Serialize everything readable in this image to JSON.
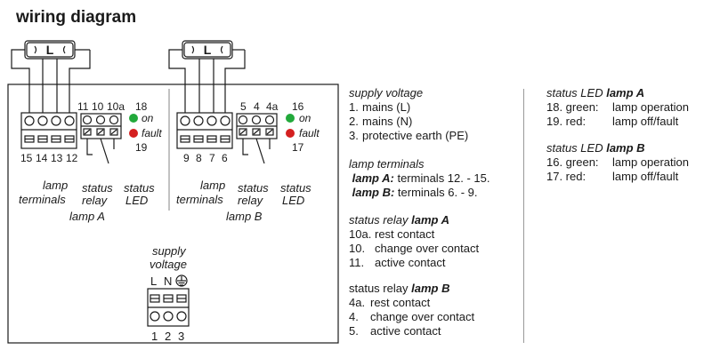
{
  "title": "wiring diagram",
  "lamp_symbol": "L",
  "lamp_a": {
    "terminals": [
      "15",
      "14",
      "13",
      "12"
    ],
    "relay_terminals": [
      "11",
      "10",
      "10a"
    ],
    "led_top": "18",
    "led_bottom": "19",
    "led_on": "on",
    "led_fault": "fault",
    "lbl_lamp_terminals_1": "lamp",
    "lbl_lamp_terminals_2": "terminals",
    "lbl_status_relay_1": "status",
    "lbl_status_relay_2": "relay",
    "lbl_status_led_1": "status",
    "lbl_status_led_2": "LED",
    "caption": "lamp A"
  },
  "lamp_b": {
    "terminals": [
      "9",
      "8",
      "7",
      "6"
    ],
    "relay_terminals": [
      "5",
      "4",
      "4a"
    ],
    "led_top": "16",
    "led_bottom": "17",
    "led_on": "on",
    "led_fault": "fault",
    "lbl_lamp_terminals_1": "lamp",
    "lbl_lamp_terminals_2": "terminals",
    "lbl_status_relay_1": "status",
    "lbl_status_relay_2": "relay",
    "lbl_status_led_1": "status",
    "lbl_status_led_2": "LED",
    "caption": "lamp B"
  },
  "supply": {
    "label_1": "supply",
    "label_2": "voltage",
    "top_labels": [
      "L",
      "N"
    ],
    "earth_symbol": "earth-icon",
    "terminals": [
      "1",
      "2",
      "3"
    ]
  },
  "colors": {
    "led_on": "#22a93b",
    "led_fault": "#d42020"
  },
  "legend_mid": {
    "supply_voltage": {
      "heading": "supply voltage",
      "items": [
        {
          "key": "1.",
          "text": "mains (L)"
        },
        {
          "key": "2.",
          "text": "mains (N)"
        },
        {
          "key": "3.",
          "text": "protective earth (PE)"
        }
      ]
    },
    "lamp_terminals": {
      "heading": "lamp terminals",
      "items": [
        {
          "key": "lamp A:",
          "text": "terminals 12. - 15."
        },
        {
          "key": "lamp B:",
          "text": "terminals 6. - 9."
        }
      ]
    },
    "relay_a": {
      "heading_1": "status relay",
      "heading_2": "lamp A",
      "items": [
        {
          "key": "10a.",
          "text": "rest contact"
        },
        {
          "key": "10.",
          "text": "change over contact"
        },
        {
          "key": "11.",
          "text": "active contact"
        }
      ]
    },
    "relay_b": {
      "heading_1": "status relay",
      "heading_2": "lamp B",
      "items": [
        {
          "key": "4a.",
          "text": "rest contact"
        },
        {
          "key": "4.",
          "text": "change over contact"
        },
        {
          "key": "5.",
          "text": "active contact"
        }
      ]
    }
  },
  "legend_right": {
    "led_a": {
      "heading_1": "status LED",
      "heading_2": "lamp A",
      "items": [
        {
          "key": "18. green:",
          "text": "lamp operation"
        },
        {
          "key": "19. red:",
          "text": "lamp off/fault"
        }
      ]
    },
    "led_b": {
      "heading_1": "status LED",
      "heading_2": "lamp B",
      "items": [
        {
          "key": "16. green:",
          "text": "lamp operation"
        },
        {
          "key": "17. red:",
          "text": "lamp off/fault"
        }
      ]
    }
  }
}
